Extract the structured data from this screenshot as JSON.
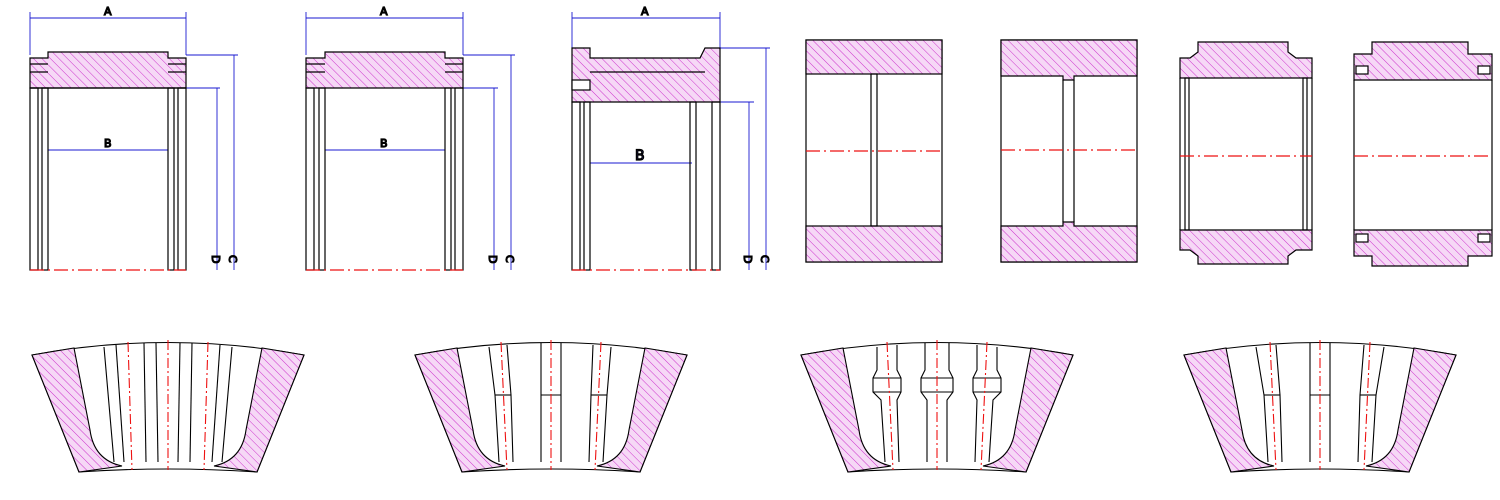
{
  "labels": {
    "overall_width": "A",
    "bore_width": "B",
    "outer_diameter": "C",
    "inner_diameter": "D"
  },
  "colors": {
    "outline": "#000000",
    "hatch": "#cc33cc",
    "hatch_fill": "#f6d8f6",
    "dimension": "#1a1ad0",
    "centerline": "#ee1111"
  }
}
